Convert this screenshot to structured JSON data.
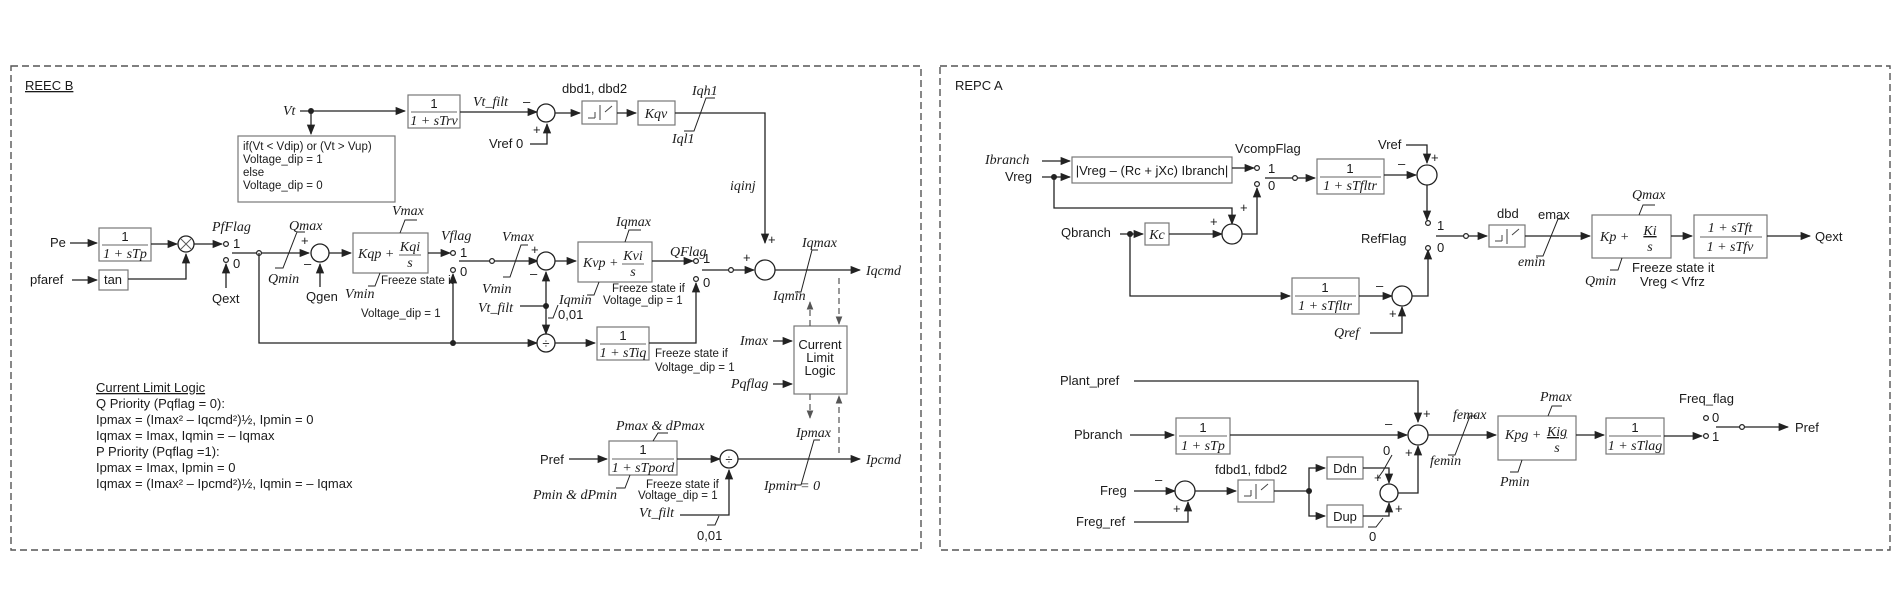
{
  "panels": {
    "reecb": {
      "title": "REEC B",
      "inputs": {
        "vt": "Vt",
        "pe": "Pe",
        "pfaref": "pfaref",
        "qext": "Qext",
        "qgen": "Qgen",
        "vref0": "Vref 0",
        "vt_filt_a": "Vt_filt",
        "vt_filt_b": "Vt_filt",
        "vt_filt_c": "Vt_filt",
        "imax": "Imax",
        "pqflag": "Pqflag",
        "pref": "Pref"
      },
      "blocks": {
        "trv": {
          "num": "1",
          "den": "1 + sTrv"
        },
        "tp": {
          "num": "1",
          "den": "1 + sTp"
        },
        "tan": "tan",
        "deadband_label": "dbd1, dbd2",
        "kqv": "Kqv",
        "qpi": {
          "a": "Kqp +",
          "num": "Kqi",
          "den": "s"
        },
        "vpi": {
          "a": "Kvp +",
          "num": "Kvi",
          "den": "s"
        },
        "tiq": {
          "num": "1",
          "den": "1 + sTiq"
        },
        "tpord": {
          "num": "1",
          "den": "1 + sTpord"
        },
        "cll": [
          "Current",
          "Limit",
          "Logic"
        ]
      },
      "voltage_dip_logic": [
        "if(Vt < Vdip) or (Vt > Vup)",
        "Voltage_dip = 1",
        "else",
        "Voltage_dip = 0"
      ],
      "labels": {
        "vt_filt_top": "Vt_filt",
        "iqh1": "Iqh1",
        "iql1": "Iql1",
        "iqinj": "iqinj",
        "pfflag": "PfFlag",
        "vflag": "Vflag",
        "qflag": "QFlag",
        "sw1": "1",
        "sw0": "0",
        "qmax": "Qmax",
        "qmin": "Qmin",
        "vmax_a": "Vmax",
        "vmin_a": "Vmin",
        "vmax_b": "Vmax",
        "vmin_b": "Vmin",
        "iqmax_a": "Iqmax",
        "iqmin_a": "Iqmin",
        "iqmax_b": "Iqmax",
        "iqmin_b": "Iqmin",
        "freeze_a": "Freeze state if",
        "freeze_a2": "Voltage_dip = 1",
        "freeze_b": "Freeze state if",
        "freeze_b2": "Voltage_dip = 1",
        "freeze_c": "Freeze state if",
        "freeze_c2": "Voltage_dip = 1",
        "freeze_d": "Freeze state if",
        "freeze_d2": "Voltage_dip = 1",
        "c001_a": "0,01",
        "c001_b": "0,01",
        "pmax": "Pmax & dPmax",
        "pmin": "Pmin & dPmin",
        "ipmax": "Ipmax",
        "ipmin": "Ipmin = 0",
        "iqcmd": "Iqcmd",
        "ipcmd": "Ipcmd",
        "plus": "+",
        "minus": "–"
      },
      "current_limit_logic": {
        "title": "Current Limit Logic",
        "lines": [
          "Q Priority (Pqflag = 0):",
          "Ipmax = (Imax² – Iqcmd²)½, Ipmin = 0",
          "Iqmax = Imax, Iqmin = – Iqmax",
          "P Priority (Pqflag =1):",
          "Ipmax = Imax, Ipmin = 0",
          "Iqmax = (Imax² – Ipcmd²)½, Iqmin = – Iqmax"
        ]
      }
    },
    "repca": {
      "title": "REPC A",
      "inputs": {
        "ibranch": "Ibranch",
        "vreg": "Vreg",
        "qbranch": "Qbranch",
        "vref": "Vref",
        "qref": "Qref",
        "plant_pref": "Plant_pref",
        "pbranch": "Pbranch",
        "freg": "Freg",
        "freg_ref": "Freg_ref"
      },
      "blocks": {
        "vcomp": "|Vreg – (Rc + jXc) Ibranch|",
        "kc": "Kc",
        "tfltr_a": {
          "num": "1",
          "den": "1 + sTfltr"
        },
        "tfltr_b": {
          "num": "1",
          "den": "1 + sTfltr"
        },
        "dbd": "dbd",
        "qpi": {
          "a": "Kp +",
          "num": "Ki",
          "den": "s"
        },
        "lead": {
          "num": "1 + sTft",
          "den": "1 + sTfv"
        },
        "tp": {
          "num": "1",
          "den": "1 + sTp"
        },
        "fdbd": "fdbd1, fdbd2",
        "ddn": "Ddn",
        "dup": "Dup",
        "ppi": {
          "a": "Kpg +",
          "num": "Kig",
          "den": "s"
        },
        "tlag": {
          "num": "1",
          "den": "1 + sTlag"
        }
      },
      "labels": {
        "vcompflag": "VcompFlag",
        "refflag": "RefFlag",
        "freq_flag": "Freq_flag",
        "emax": "emax",
        "emin": "emin",
        "qmax": "Qmax",
        "qmin": "Qmin",
        "femax": "femax",
        "femin": "femin",
        "pmax": "Pmax",
        "pmin": "Pmin",
        "freeze": "Freeze state it",
        "freeze2": "Vreg < Vfrz",
        "zero_a": "0",
        "zero_b": "0",
        "sw1": "1",
        "sw0": "0",
        "qext": "Qext",
        "pref": "Pref"
      }
    }
  }
}
